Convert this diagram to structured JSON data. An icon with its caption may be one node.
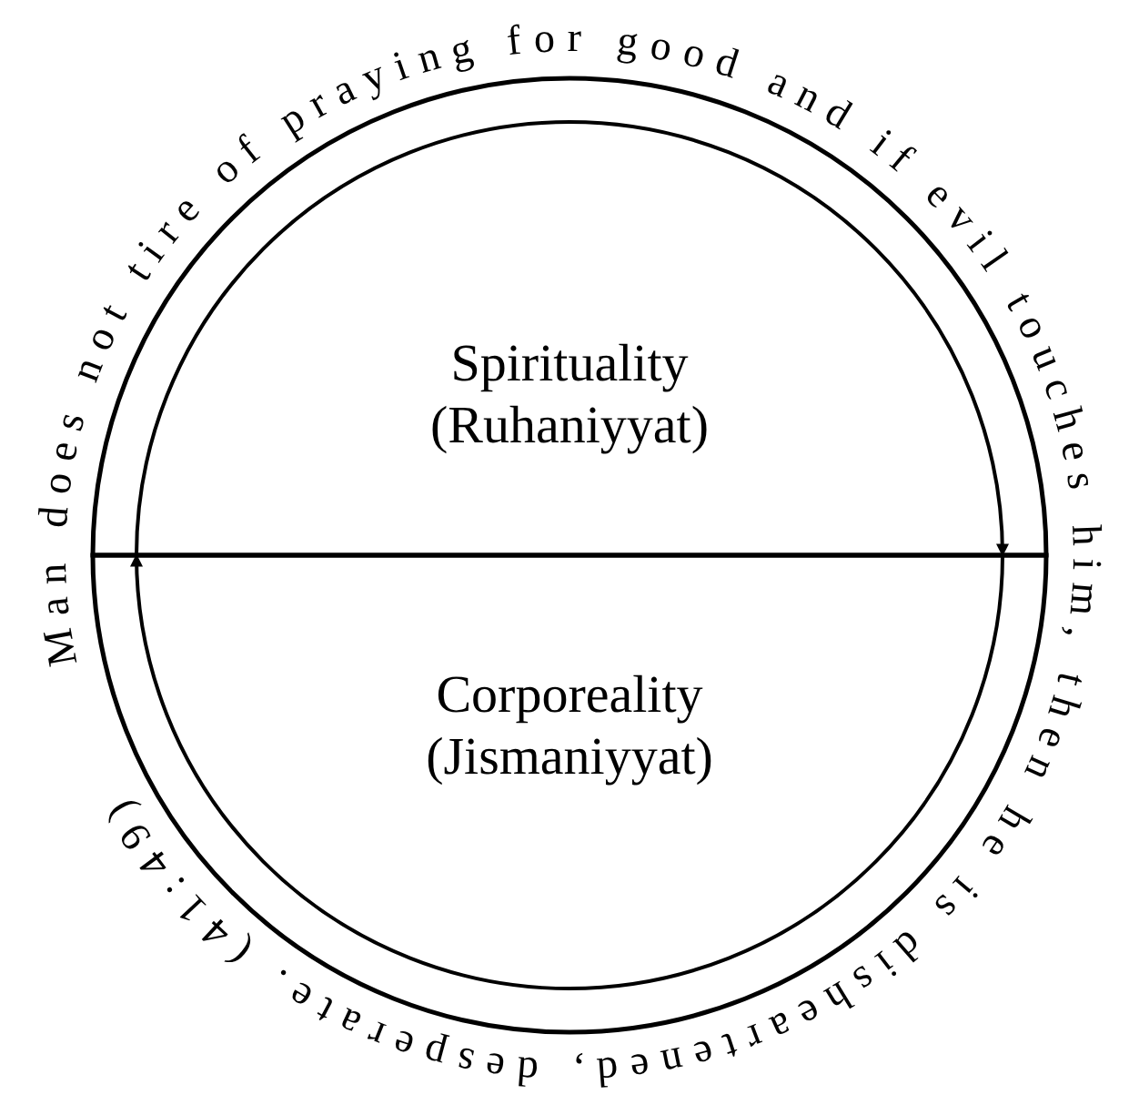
{
  "diagram": {
    "nodes": [
      {
        "text": [
          "Spirituality",
          "(Ruhaniyyat)"
        ]
      },
      {
        "text": [
          "Corporeality",
          "(Jismaniyyat)"
        ]
      }
    ],
    "edges": [
      {
        "from": 0,
        "to": 1,
        "arrow": "to"
      },
      {
        "from": 1,
        "to": 0,
        "arrow": "to"
      }
    ],
    "labels": [
      "Man does not tire of praying for good and if evil touches him, then he is disheartened, desperate. (41:49)"
    ]
  }
}
